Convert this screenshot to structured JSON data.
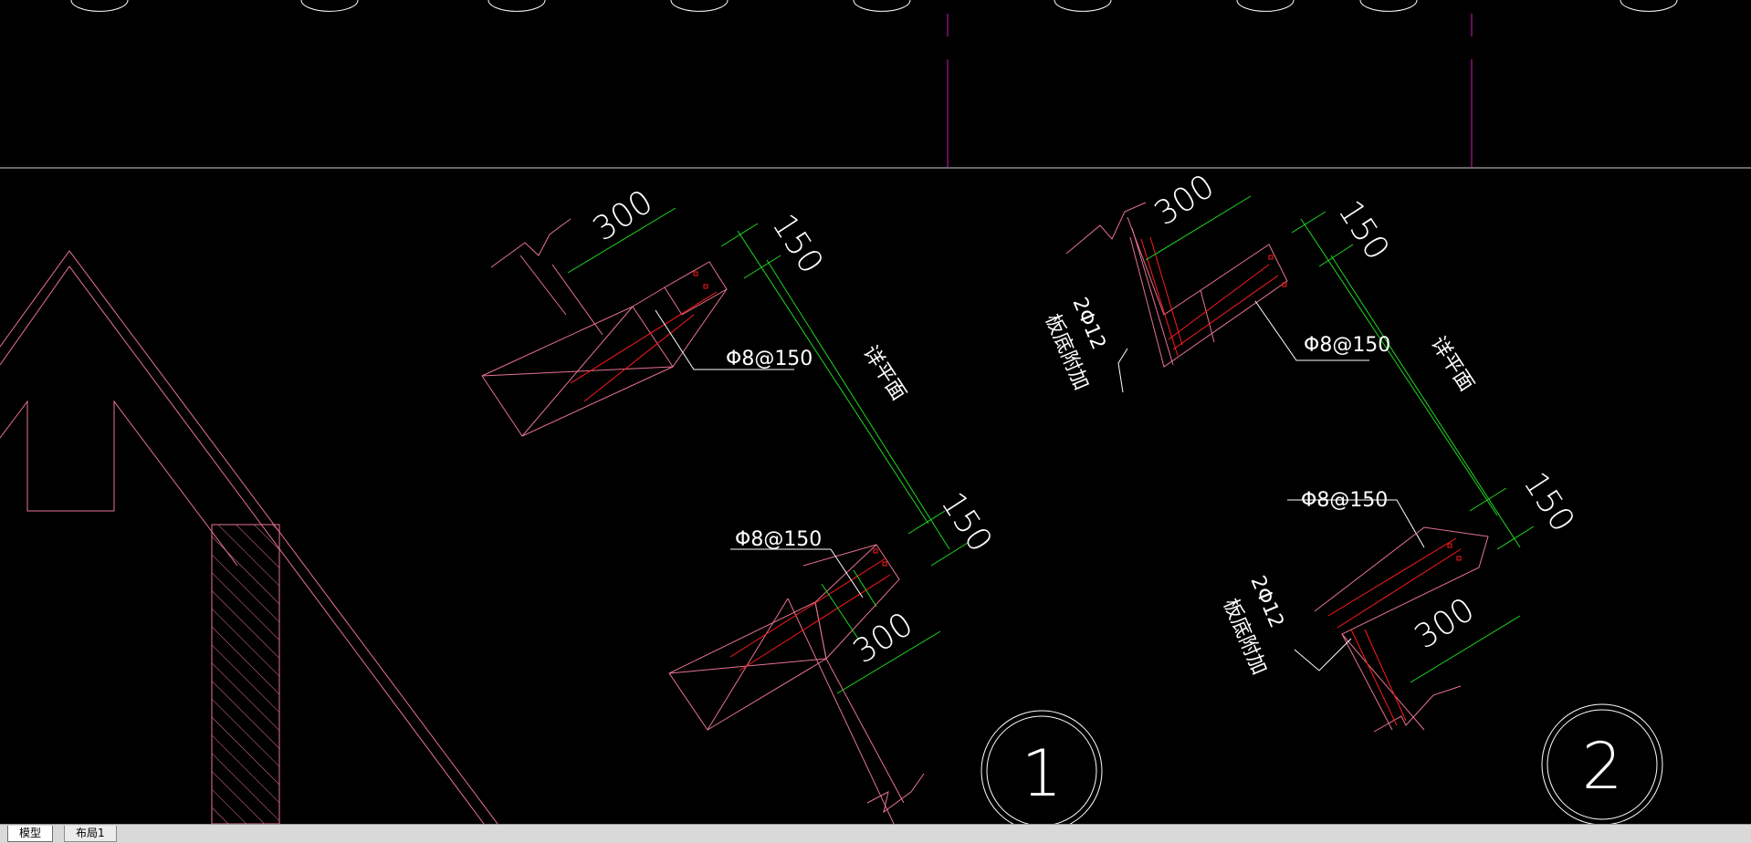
{
  "colors": {
    "background": "#000000",
    "structure": "#e7738f",
    "rebar": "#ff1a1a",
    "dimension": "#1fd81f",
    "text": "#ffffff",
    "axis": "#cc1ab3"
  },
  "drawing": {
    "detail_a": {
      "dim_top": "300",
      "dim_top_cover": "150",
      "rebar_top": "Φ8@150",
      "label_flat": "详平面",
      "rebar_bottom": "Φ8@150",
      "dim_bottom_cover": "150",
      "dim_bottom": "300"
    },
    "detail_b": {
      "dim_top": "300",
      "dim_top_cover": "150",
      "rebar_top": "Φ8@150",
      "bar_top": "2Φ12",
      "bar_top_note": "板底附加",
      "label_flat": "详平面",
      "rebar_bottom": "Φ8@150",
      "bar_bottom": "2Φ12",
      "bar_bottom_note": "板底附加",
      "dim_bottom_cover": "150",
      "dim_bottom": "300"
    },
    "callout_1": "1",
    "callout_2": "2"
  },
  "tabs": [
    {
      "label": "模型",
      "active": true
    },
    {
      "label": "布局1",
      "active": false
    }
  ]
}
